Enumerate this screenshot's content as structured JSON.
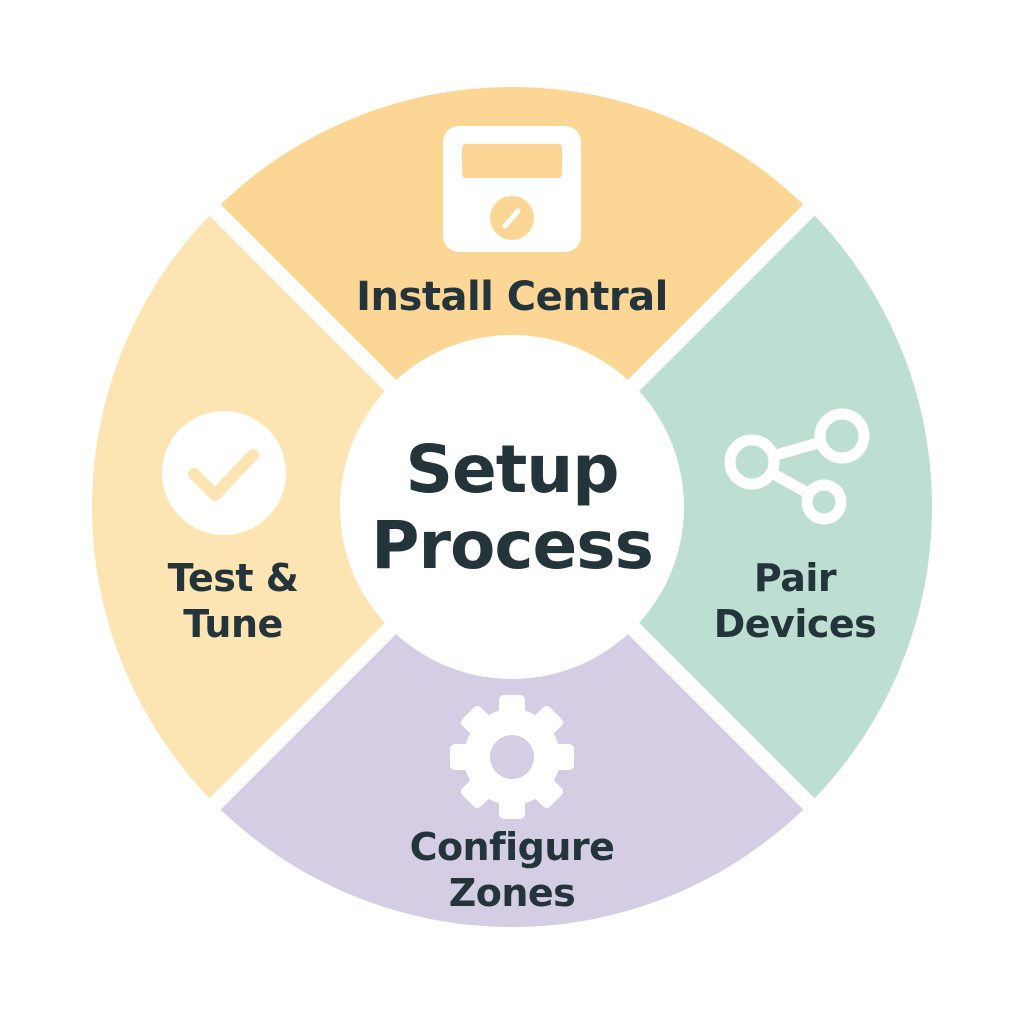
{
  "center": {
    "line1": "Setup",
    "line2": "Process"
  },
  "segments": [
    {
      "id": "install",
      "label": "Install Central",
      "icon": "thermostat-icon",
      "color": "#fbd694"
    },
    {
      "id": "pair",
      "label_line1": "Pair",
      "label_line2": "Devices",
      "icon": "share-icon",
      "color": "#bddfd1"
    },
    {
      "id": "zones",
      "label_line1": "Configure",
      "label_line2": "Zones",
      "icon": "gear-icon",
      "color": "#d5cde3"
    },
    {
      "id": "test",
      "label_line1": "Test &",
      "label_line2": "Tune",
      "icon": "check-circle-icon",
      "color": "#fce5b2"
    }
  ],
  "colors": {
    "text": "#23343a",
    "icon": "#ffffff",
    "hub": "#ffffff"
  }
}
